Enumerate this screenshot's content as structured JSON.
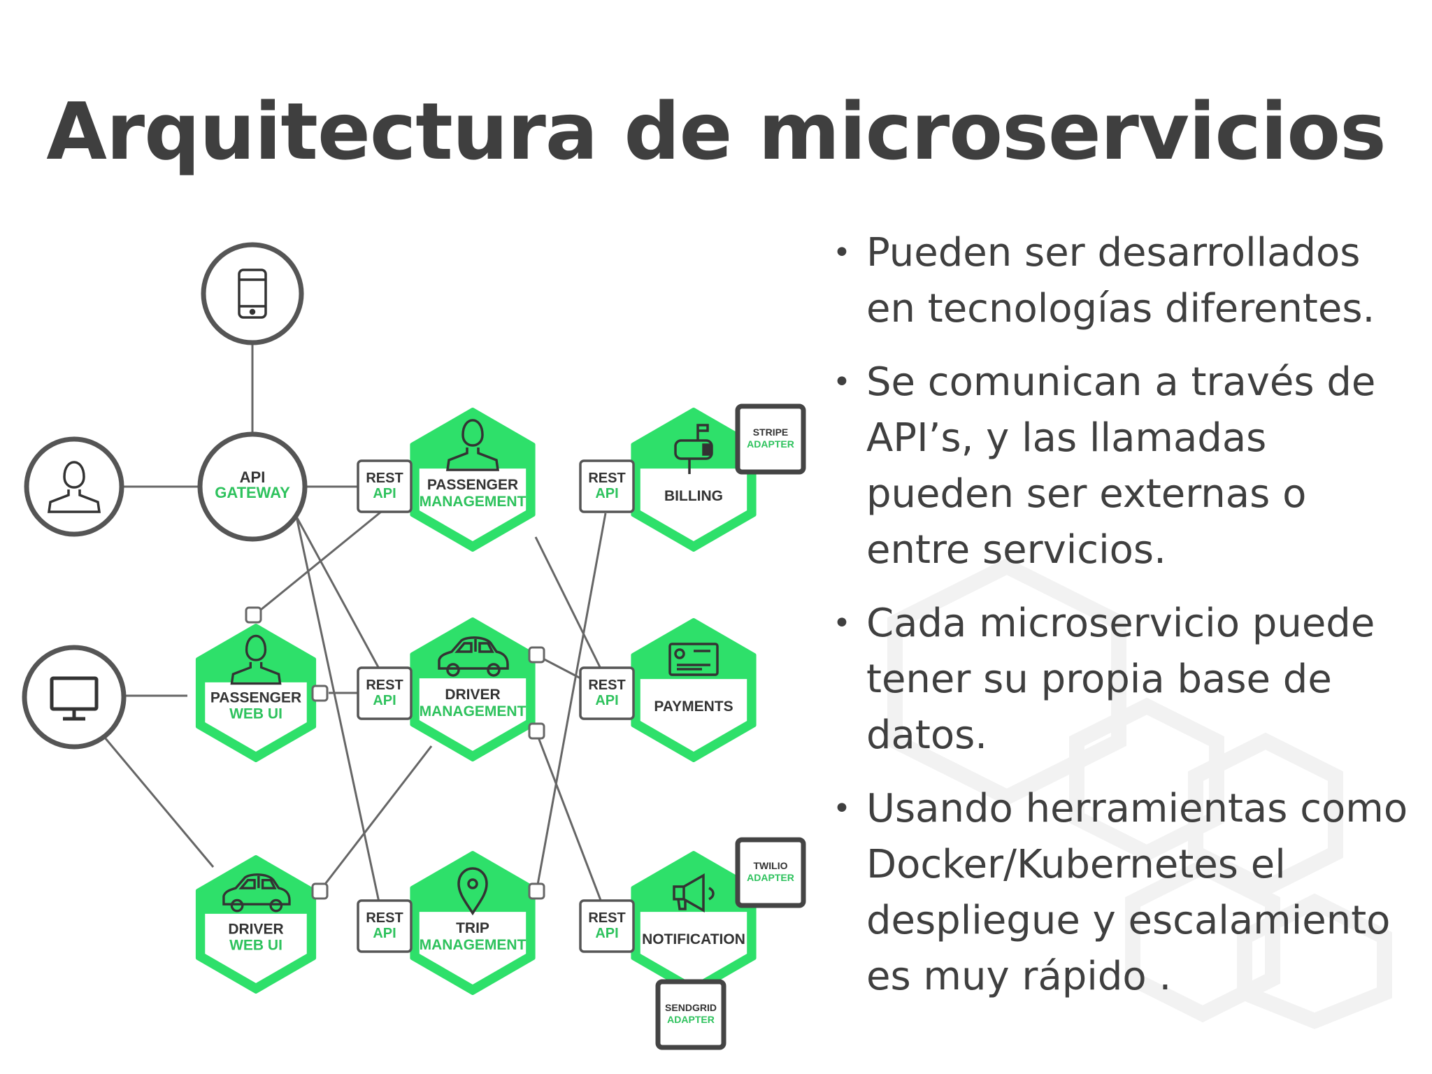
{
  "title": "Arquitectura de microservicios",
  "colors": {
    "accent": "#2ee06a",
    "stroke": "#555555",
    "text": "#3f3f3f"
  },
  "diagram": {
    "clients": [
      {
        "id": "mobile",
        "icon": "mobile-phone-icon"
      },
      {
        "id": "passenger",
        "icon": "person-icon"
      },
      {
        "id": "desktop",
        "icon": "desktop-monitor-icon"
      }
    ],
    "gateway": {
      "line1": "API",
      "line2": "GATEWAY"
    },
    "rest_api": {
      "line1": "REST",
      "line2": "API"
    },
    "services": [
      {
        "id": "passenger-web-ui",
        "line1": "PASSENGER",
        "line2": "WEB UI",
        "icon": "person-icon"
      },
      {
        "id": "driver-web-ui",
        "line1": "DRIVER",
        "line2": "WEB UI",
        "icon": "car-icon"
      },
      {
        "id": "passenger-management",
        "line1": "PASSENGER",
        "line2": "MANAGEMENT",
        "icon": "person-icon"
      },
      {
        "id": "driver-management",
        "line1": "DRIVER",
        "line2": "MANAGEMENT",
        "icon": "car-icon"
      },
      {
        "id": "trip-management",
        "line1": "TRIP",
        "line2": "MANAGEMENT",
        "icon": "location-pin-icon"
      },
      {
        "id": "billing",
        "line1": "BILLING",
        "line2": "",
        "icon": "mailbox-icon"
      },
      {
        "id": "payments",
        "line1": "PAYMENTS",
        "line2": "",
        "icon": "credit-card-icon"
      },
      {
        "id": "notification",
        "line1": "NOTIFICATION",
        "line2": "",
        "icon": "megaphone-icon"
      }
    ],
    "adapters": [
      {
        "id": "stripe",
        "line1": "STRIPE",
        "line2": "ADAPTER"
      },
      {
        "id": "twilio",
        "line1": "TWILIO",
        "line2": "ADAPTER"
      },
      {
        "id": "sendgrid",
        "line1": "SENDGRID",
        "line2": "ADAPTER"
      }
    ]
  },
  "bullets": [
    "Pueden ser desarrollados en tecnologías diferentes.",
    "Se comunican a través de API’s, y las llamadas pueden ser externas o entre servicios.",
    "Cada microservicio puede tener su propia base de datos.",
    "Usando herramientas como Docker/Kubernetes el despliegue y escalamiento es muy rápido ."
  ]
}
